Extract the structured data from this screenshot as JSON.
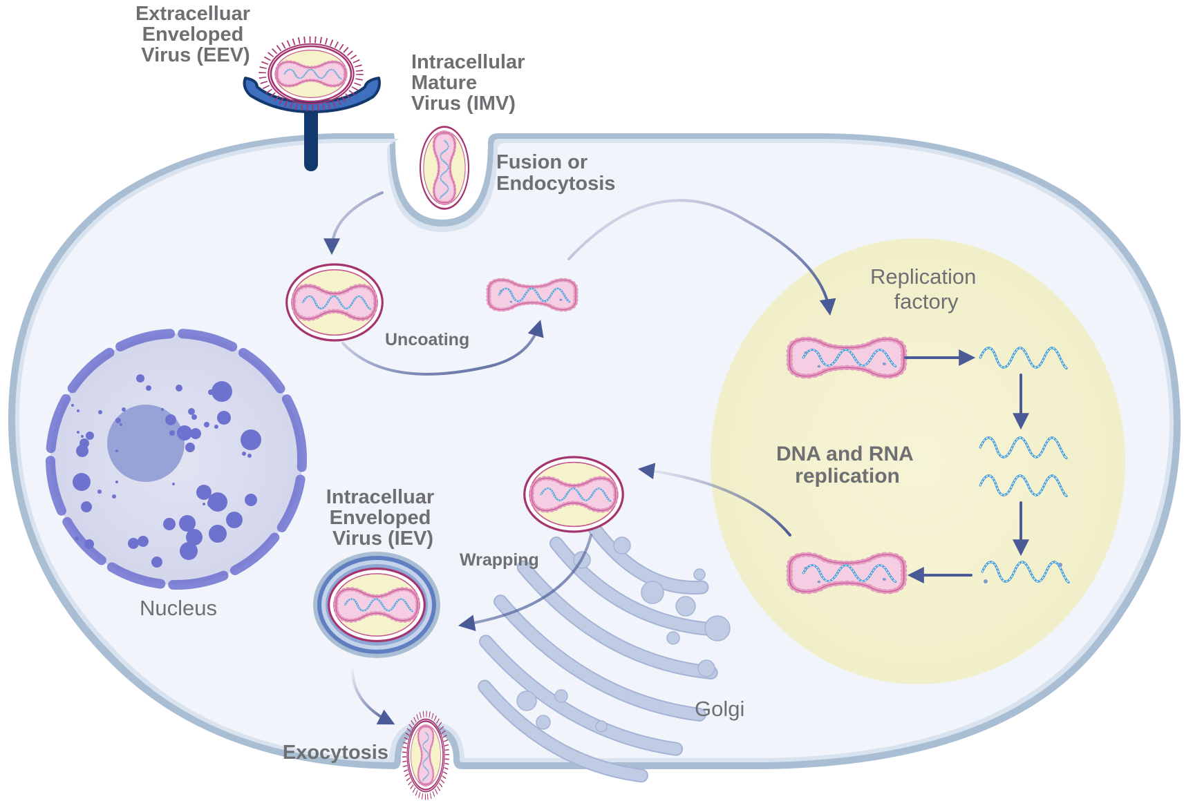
{
  "labels": {
    "eev": [
      "Extracelluar",
      "Enveloped",
      "Virus (EEV)"
    ],
    "imv": [
      "Intracellular",
      "Mature",
      "Virus (IMV)"
    ],
    "fusion": [
      "Fusion or",
      "Endocytosis"
    ],
    "uncoating": "Uncoating",
    "replication_factory": [
      "Replication",
      "factory"
    ],
    "dna_rna": [
      "DNA and RNA",
      "replication"
    ],
    "iev": [
      "Intracelluar",
      "Enveloped",
      "Virus (IEV)"
    ],
    "wrapping": "Wrapping",
    "nucleus": "Nucleus",
    "golgi": "Golgi",
    "exocytosis": "Exocytosis"
  },
  "colors": {
    "cell_fill": "#f1f4fa",
    "membrane": "#a9bdd3",
    "factory": "#f3f1cf",
    "nucleus_fill": "#dadcef",
    "nucleus_dots": "#6e72cf",
    "nucleolus": "#97a3d6",
    "arrow": "#4a5a97",
    "receptor": "#3f6fbf",
    "virus_outer": "#a5336e",
    "virus_core": "#f5cee3",
    "virus_bead": "#e9a6c9",
    "dna": "#3f9ad6",
    "lateral_body": "#f6f2c9",
    "golgi": "#c0cbe4",
    "text": "#6d6f72"
  }
}
